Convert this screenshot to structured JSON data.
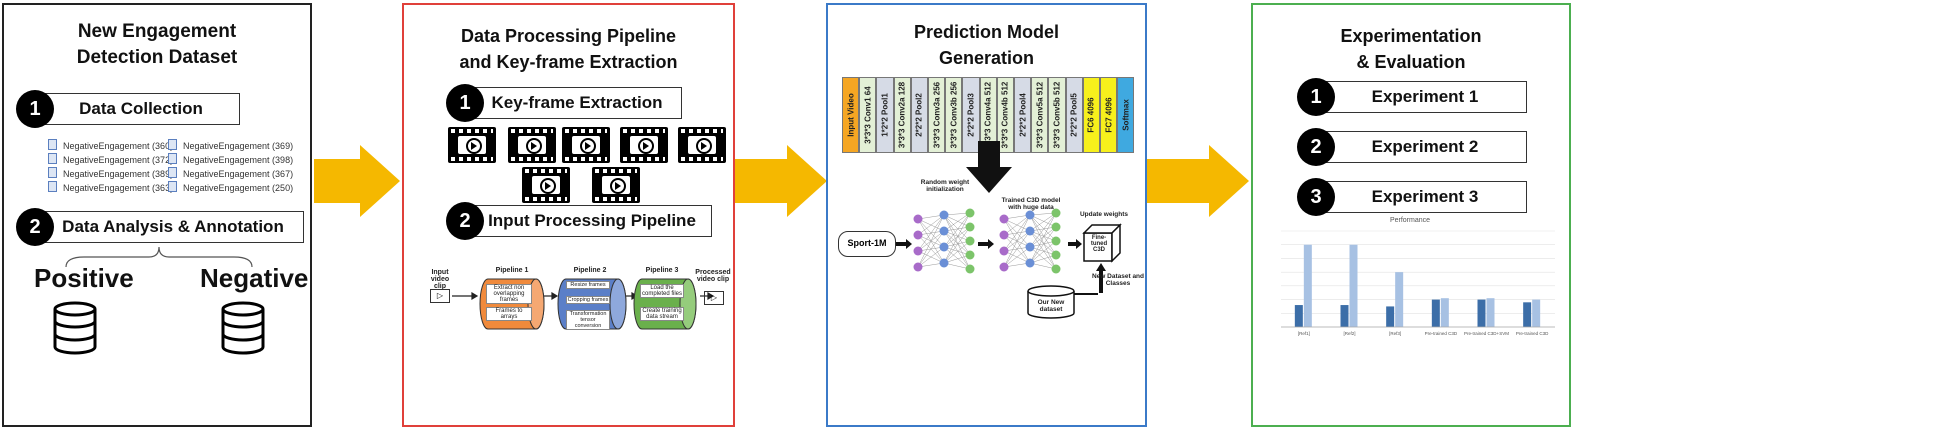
{
  "panel1": {
    "title_line1": "New Engagement",
    "title_line2": "Detection Dataset",
    "step1": {
      "num": "1",
      "label": "Data Collection"
    },
    "files": [
      "NegativeEngagement  (360)",
      "NegativeEngagement  (372)",
      "NegativeEngagement  (389)",
      "NegativeEngagement  (363)",
      "NegativeEngagement  (369)",
      "NegativeEngagement  (398)",
      "NegativeEngagement  (367)",
      "NegativeEngagement  (250)"
    ],
    "step2": {
      "num": "2",
      "label": "Data Analysis & Annotation"
    },
    "positive": "Positive",
    "negative": "Negative"
  },
  "panel2": {
    "title_line1": "Data Processing Pipeline",
    "title_line2": "and Key-frame Extraction",
    "step1": {
      "num": "1",
      "label": "Key-frame Extraction"
    },
    "step2": {
      "num": "2",
      "label": "Input Processing Pipeline"
    },
    "pipeline": {
      "input_label": "Input video clip",
      "p1": "Pipeline 1",
      "p2": "Pipeline 2",
      "p3": "Pipeline 3",
      "output_label": "Processed video clip",
      "p1_items": [
        "Extract non overlapping frames",
        "Frames to arrays"
      ],
      "p2_items": [
        "Resize frames",
        "Cropping frames",
        "Transformation tensor conversion"
      ],
      "p3_items": [
        "Load the completed files",
        "Create training data stream"
      ]
    }
  },
  "panel3": {
    "title_line1": "Prediction Model",
    "title_line2": "Generation",
    "layers": [
      {
        "label": "Input Video",
        "color": "#f5a623"
      },
      {
        "label": "3*3*3 Conv1 64",
        "color": "#e3f0d6"
      },
      {
        "label": "1*2*2 Pool1",
        "color": "#d6dbe6"
      },
      {
        "label": "3*3*3 Conv2a 128",
        "color": "#e3f0d6"
      },
      {
        "label": "2*2*2 Pool2",
        "color": "#d6dbe6"
      },
      {
        "label": "3*3*3 Conv3a 256",
        "color": "#e3f0d6"
      },
      {
        "label": "3*3*3 Conv3b 256",
        "color": "#e3f0d6"
      },
      {
        "label": "2*2*2 Pool3",
        "color": "#d6dbe6"
      },
      {
        "label": "3*3*3 Conv4a 512",
        "color": "#e3f0d6"
      },
      {
        "label": "3*3*3 Conv4b 512",
        "color": "#e3f0d6"
      },
      {
        "label": "2*2*2 Pool4",
        "color": "#d6dbe6"
      },
      {
        "label": "3*3*3 Conv5a 512",
        "color": "#e3f0d6"
      },
      {
        "label": "3*3*3 Conv5b 512",
        "color": "#e3f0d6"
      },
      {
        "label": "2*2*2 Pool5",
        "color": "#d6dbe6"
      },
      {
        "label": "FC6 4096",
        "color": "#f7f01c"
      },
      {
        "label": "FC7 4096",
        "color": "#f7f01c"
      },
      {
        "label": "Softmax",
        "color": "#3fa9e0"
      }
    ],
    "sport": "Sport-1M",
    "random_init": "Random weight initialization",
    "trained": "Trained C3D model with huge data",
    "update": "Update weights",
    "finetuned": "Fine-tuned C3D",
    "new_dataset_label": "New Dataset and Classes",
    "our_dataset": "Our New dataset"
  },
  "panel4": {
    "title_line1": "Experimentation",
    "title_line2": "& Evaluation",
    "experiments": [
      {
        "num": "1",
        "label": "Experiment 1"
      },
      {
        "num": "2",
        "label": "Experiment 2"
      },
      {
        "num": "3",
        "label": "Experiment 3"
      }
    ],
    "chart_title": "Performance"
  },
  "chart_data": {
    "type": "bar",
    "title": "Performance",
    "categories": [
      "[Ref1]",
      "[Ref2]",
      "[Ref3]",
      "Pre-trained C3D",
      "Pre-trained C3D+SVM",
      "Pre-trained C3D"
    ],
    "series": [
      {
        "values": [
          8,
          8,
          7.5,
          10,
          10,
          9
        ]
      },
      {
        "values": [
          30,
          30,
          20,
          10.5,
          10.5,
          10
        ]
      }
    ],
    "ylim": [
      0,
      35
    ],
    "colors": [
      "#3c6ea8",
      "#a7c1e3"
    ]
  },
  "colors": {
    "panel1_border": "#222222",
    "panel2_border": "#e0403a",
    "panel3_border": "#3b7ac8",
    "panel4_border": "#4caf50",
    "arrow": "#f5b800",
    "p1_fill": "#f08a3c",
    "p2_fill": "#5b7fc8",
    "p3_fill": "#6ab04c"
  }
}
